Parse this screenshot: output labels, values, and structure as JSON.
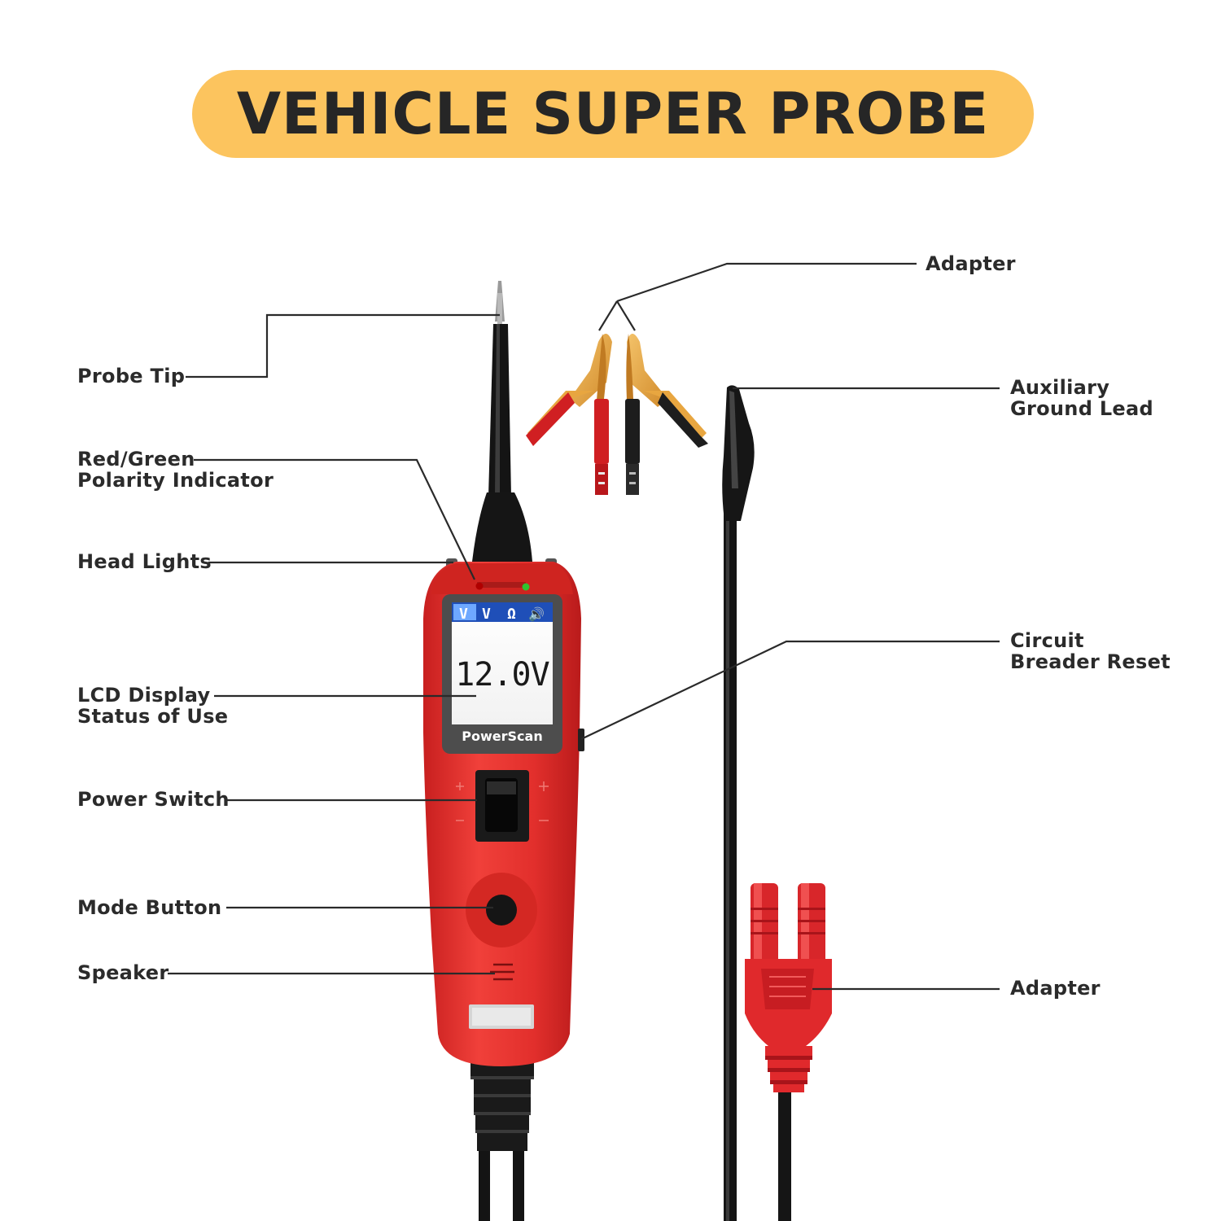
{
  "title": "VEHICLE SUPER PROBE",
  "device": {
    "brand": "PowerScan",
    "lcd_reading": "12.0V",
    "lcd_modes": [
      "V",
      "V",
      "Ω",
      "🔊"
    ]
  },
  "labels": {
    "probe_tip": "Probe Tip",
    "polarity_line1": "Red/Green",
    "polarity_line2": "Polarity Indicator",
    "head_lights": "Head Lights",
    "lcd_line1": "LCD Display",
    "lcd_line2": "Status of Use",
    "power_switch": "Power Switch",
    "mode_button": "Mode Button",
    "speaker": "Speaker",
    "adapter_top": "Adapter",
    "aux_line1": "Auxiliary",
    "aux_line2": "Ground Lead",
    "cb_line1": "Circuit",
    "cb_line2": "Breader Reset",
    "adapter_bottom": "Adapter"
  },
  "colors": {
    "banner": "#fcc45e",
    "device_red": "#e8302e",
    "dark_red": "#b81c1c",
    "lcd_blue": "#1f4fb8",
    "clip_gold": "#e8a640"
  }
}
